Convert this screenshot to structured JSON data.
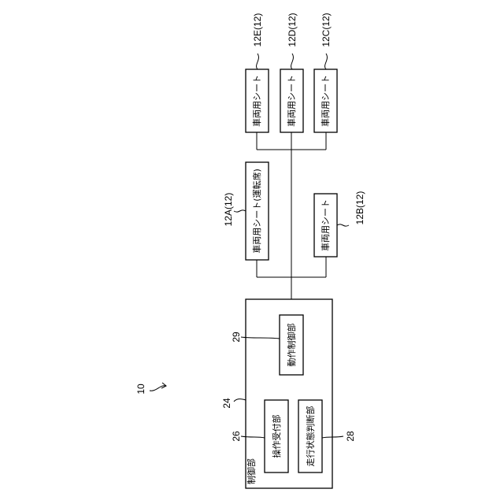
{
  "system_ref": "10",
  "controller": {
    "ref": "24",
    "label": "制御部",
    "op_accept": {
      "ref": "26",
      "label": "操作受付部"
    },
    "drive_judge": {
      "ref": "28",
      "label": "走行状態判断部"
    },
    "motion_ctrl": {
      "ref": "29",
      "label": "動作制御部"
    }
  },
  "seats": {
    "a": {
      "ref": "12A(12)",
      "label": "車両用シート(運転席)"
    },
    "b": {
      "ref": "12B(12)",
      "label": "車両用シート"
    },
    "c": {
      "ref": "12C(12)",
      "label": "車両用シート"
    },
    "d": {
      "ref": "12D(12)",
      "label": "車両用シート"
    },
    "e": {
      "ref": "12E(12)",
      "label": "車両用シート"
    }
  }
}
